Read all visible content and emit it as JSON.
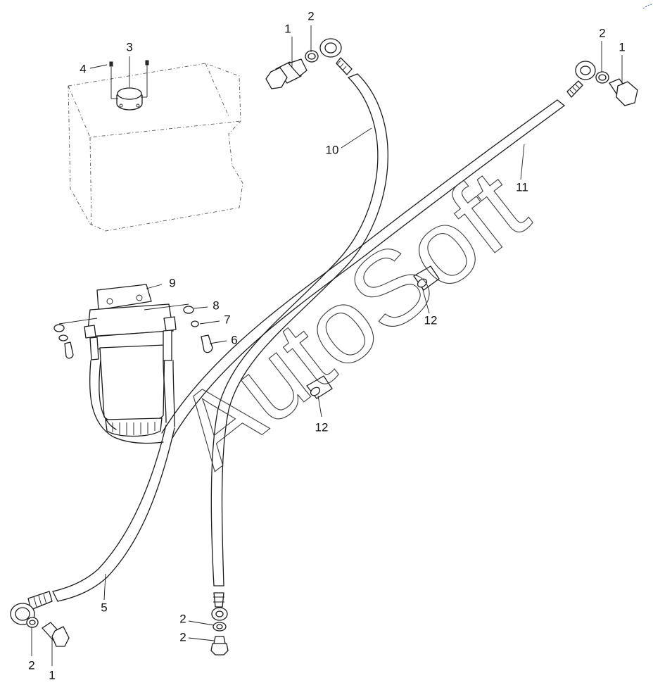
{
  "diagram": {
    "watermark": "AutoSoft",
    "callouts": [
      {
        "id": "c1a",
        "label": "1"
      },
      {
        "id": "c2a",
        "label": "2"
      },
      {
        "id": "c2b",
        "label": "2"
      },
      {
        "id": "c1b",
        "label": "1"
      },
      {
        "id": "c3",
        "label": "3"
      },
      {
        "id": "c4",
        "label": "4"
      },
      {
        "id": "c10",
        "label": "10"
      },
      {
        "id": "c11",
        "label": "11"
      },
      {
        "id": "c9",
        "label": "9"
      },
      {
        "id": "c8",
        "label": "8"
      },
      {
        "id": "c7",
        "label": "7"
      },
      {
        "id": "c6",
        "label": "6"
      },
      {
        "id": "c12a",
        "label": "12"
      },
      {
        "id": "c12b",
        "label": "12"
      },
      {
        "id": "c5",
        "label": "5"
      },
      {
        "id": "c2c",
        "label": "2"
      },
      {
        "id": "c1c",
        "label": "1"
      },
      {
        "id": "c2d",
        "label": "2"
      },
      {
        "id": "c2e",
        "label": "2"
      }
    ]
  }
}
